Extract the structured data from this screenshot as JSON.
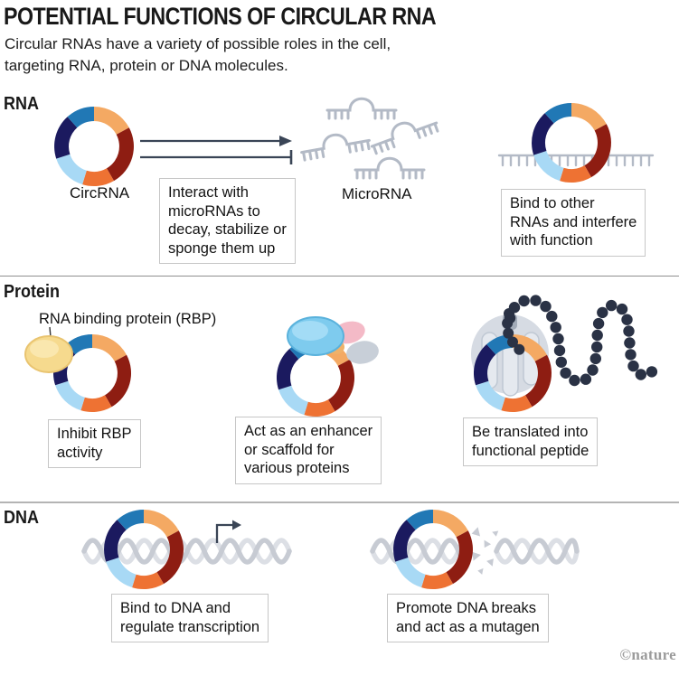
{
  "title": "POTENTIAL FUNCTIONS OF CIRCULAR RNA",
  "subtitle": "Circular RNAs have a variety of possible roles in the cell,\ntargeting RNA, protein or DNA molecules.",
  "credit": "©nature",
  "palette": {
    "ink": "#3A4556",
    "strand_gray": "#B3BAC6",
    "helix_gray": "#C7CBD3",
    "helix_light": "#DCDFE5",
    "bead": "#2A3245",
    "ribosome": "#D4D9E1",
    "ribosome_slot": "#E5E9EF",
    "ribosome_slot_edge": "#BFC8D3",
    "ribosome_notch": "#A2ABB8",
    "rbp_yellow": "#F6DA8E",
    "rbp_yellow_edge": "#E9C470",
    "blob_blue": "#7ECBEE",
    "blob_blue_edge": "#5AB2DC",
    "blob_pink": "#F4BAC7",
    "blob_gray": "#C8CFD8",
    "blob_tan": "#F0B169",
    "pointer_line": "#333333",
    "divider_protein": "#8F8F8F",
    "divider_dna": "#B4B4B4",
    "box_border": "#C6C6C6",
    "text": "#141414",
    "credit_gray": "#9B9B9B"
  },
  "ring_segments": [
    {
      "name": "peach",
      "color": "#F4A963",
      "start": 0,
      "end": 62
    },
    {
      "name": "dark-red",
      "color": "#8E1D12",
      "start": 62,
      "end": 150
    },
    {
      "name": "orange",
      "color": "#EE7233",
      "start": 150,
      "end": 197
    },
    {
      "name": "light-blue",
      "color": "#A8D9F5",
      "start": 197,
      "end": 252
    },
    {
      "name": "navy",
      "color": "#1B1A5F",
      "start": 252,
      "end": 318
    },
    {
      "name": "blue",
      "color": "#2178B5",
      "start": 318,
      "end": 360
    }
  ],
  "rna": {
    "header": "RNA",
    "circrna_label": "CircRNA",
    "microrna_label": "MicroRNA",
    "interact_box": "Interact with\nmicroRNAs to\ndecay, stabilize or\nsponge them up",
    "bind_box": "Bind to other\nRNAs and interfere\nwith function"
  },
  "protein": {
    "header": "Protein",
    "rbp_label": "RNA binding protein (RBP)",
    "inhibit_box": "Inhibit RBP\nactivity",
    "enhancer_box": "Act as an enhancer\nor scaffold for\nvarious proteins",
    "peptide_box": "Be translated into\nfunctional peptide"
  },
  "dna": {
    "header": "DNA",
    "bind_box": "Bind to DNA and\nregulate transcription",
    "breaks_box": "Promote DNA breaks\nand act as a mutagen"
  }
}
